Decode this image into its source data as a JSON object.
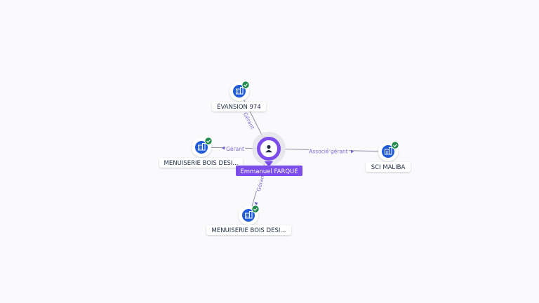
{
  "colors": {
    "company": "#1f5bd8",
    "person": "#7c4dea",
    "check": "#1f8a4c",
    "edge_label": "#7b6fd6",
    "edge": "#8a8fa3"
  },
  "center": {
    "name": "Emmanuel FARQUE",
    "icon": "person-icon"
  },
  "companies": [
    {
      "name": "ÉVANSION 974",
      "icon": "company-building-icon",
      "verified": true,
      "relation": "Gérant"
    },
    {
      "name": "MENUISERIE BOIS DESI...",
      "icon": "company-building-icon",
      "verified": true,
      "relation": "Gérant"
    },
    {
      "name": "SCI MALIBA",
      "icon": "company-building-icon",
      "verified": true,
      "relation": "Associé gérant"
    },
    {
      "name": "MENUISERIE BOIS DESI...",
      "icon": "company-building-icon",
      "verified": true,
      "relation": "Gérant"
    }
  ]
}
